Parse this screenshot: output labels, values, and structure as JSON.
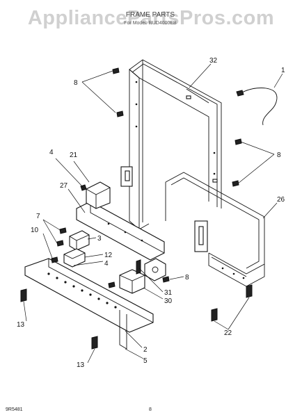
{
  "watermark": "AppliancePartsPros.com",
  "header": {
    "title": "FRAME PARTS",
    "subtitle": "For Model: RUD4000EB"
  },
  "callouts": [
    {
      "id": "32",
      "text": "32"
    },
    {
      "id": "1",
      "text": "1"
    },
    {
      "id": "8-top",
      "text": "8"
    },
    {
      "id": "8-right",
      "text": "8"
    },
    {
      "id": "8-mid",
      "text": "8"
    },
    {
      "id": "4-top",
      "text": "4"
    },
    {
      "id": "21",
      "text": "21"
    },
    {
      "id": "27",
      "text": "27"
    },
    {
      "id": "26",
      "text": "26"
    },
    {
      "id": "7",
      "text": "7"
    },
    {
      "id": "10",
      "text": "10"
    },
    {
      "id": "3",
      "text": "3"
    },
    {
      "id": "12",
      "text": "12"
    },
    {
      "id": "4-mid",
      "text": "4"
    },
    {
      "id": "31",
      "text": "31"
    },
    {
      "id": "30",
      "text": "30"
    },
    {
      "id": "13-left",
      "text": "13"
    },
    {
      "id": "13-bottom",
      "text": "13"
    },
    {
      "id": "2",
      "text": "2"
    },
    {
      "id": "5",
      "text": "5"
    },
    {
      "id": "22",
      "text": "22"
    }
  ],
  "footer": {
    "code": "9R5481",
    "page": "8"
  }
}
